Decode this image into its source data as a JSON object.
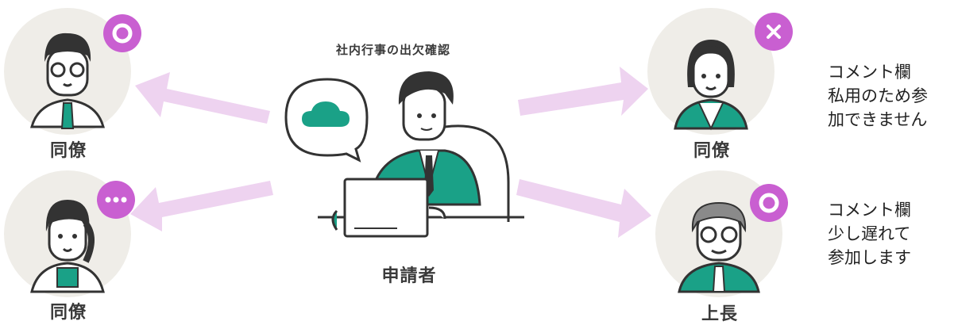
{
  "colors": {
    "circle_bg": "#efede8",
    "badge": "#c95fd1",
    "arrow": "#eed3f0",
    "teal": "#1aa187",
    "dark": "#333333",
    "skin": "#ffffff"
  },
  "center": {
    "title": "社内行事の出欠確認",
    "label": "申請者",
    "bubble_icon": "cloud-icon"
  },
  "nodes": {
    "top_left": {
      "label": "同僚",
      "status": "circle-ok-icon"
    },
    "bottom_left": {
      "label": "同僚",
      "status": "ellipsis-icon"
    },
    "top_right": {
      "label": "同僚",
      "status": "cross-icon",
      "comment": [
        "コメント欄",
        "私用のため参",
        "加できません"
      ]
    },
    "bottom_right": {
      "label": "上長",
      "status": "circle-ok-icon",
      "comment": [
        "コメント欄",
        "少し遅れて",
        "参加します"
      ]
    }
  }
}
